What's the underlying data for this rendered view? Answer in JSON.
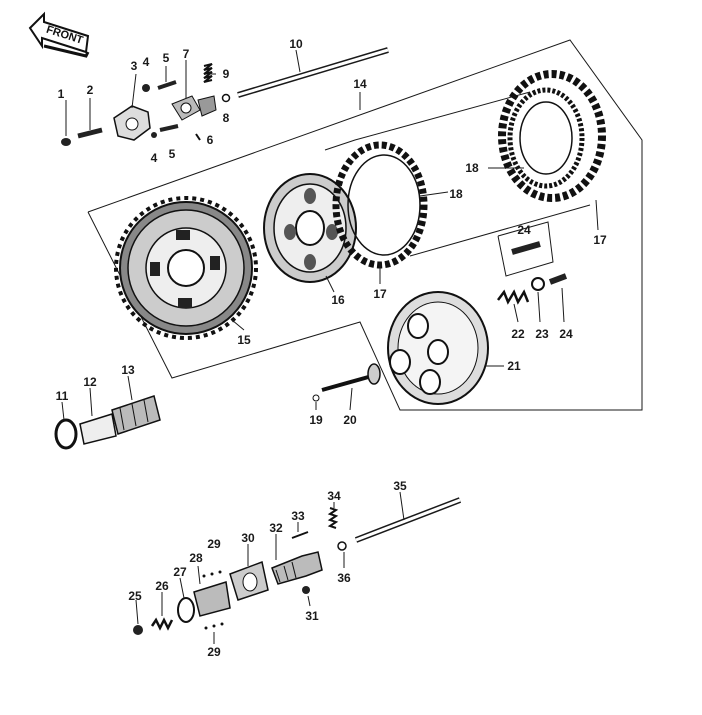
{
  "direction_badge": {
    "text": "FRONT"
  },
  "callouts": [
    {
      "id": "p1",
      "text": "1"
    },
    {
      "id": "p2",
      "text": "2"
    },
    {
      "id": "p3",
      "text": "3"
    },
    {
      "id": "p4a",
      "text": "4"
    },
    {
      "id": "p4b",
      "text": "4"
    },
    {
      "id": "p5a",
      "text": "5"
    },
    {
      "id": "p5b",
      "text": "5"
    },
    {
      "id": "p6",
      "text": "6"
    },
    {
      "id": "p7",
      "text": "7"
    },
    {
      "id": "p8",
      "text": "8"
    },
    {
      "id": "p9",
      "text": "9"
    },
    {
      "id": "p10",
      "text": "10"
    },
    {
      "id": "p11",
      "text": "11"
    },
    {
      "id": "p12",
      "text": "12"
    },
    {
      "id": "p13",
      "text": "13"
    },
    {
      "id": "p14",
      "text": "14"
    },
    {
      "id": "p15",
      "text": "15"
    },
    {
      "id": "p16",
      "text": "16"
    },
    {
      "id": "p17a",
      "text": "17"
    },
    {
      "id": "p17b",
      "text": "17"
    },
    {
      "id": "p18a",
      "text": "18"
    },
    {
      "id": "p18b",
      "text": "18"
    },
    {
      "id": "p19",
      "text": "19"
    },
    {
      "id": "p20",
      "text": "20"
    },
    {
      "id": "p21",
      "text": "21"
    },
    {
      "id": "p22",
      "text": "22"
    },
    {
      "id": "p23",
      "text": "23"
    },
    {
      "id": "p24a",
      "text": "24"
    },
    {
      "id": "p24b",
      "text": "24"
    },
    {
      "id": "p25",
      "text": "25"
    },
    {
      "id": "p26",
      "text": "26"
    },
    {
      "id": "p27",
      "text": "27"
    },
    {
      "id": "p28",
      "text": "28"
    },
    {
      "id": "p29a",
      "text": "29"
    },
    {
      "id": "p29b",
      "text": "29"
    },
    {
      "id": "p30",
      "text": "30"
    },
    {
      "id": "p31",
      "text": "31"
    },
    {
      "id": "p32",
      "text": "32"
    },
    {
      "id": "p33",
      "text": "33"
    },
    {
      "id": "p34",
      "text": "34"
    },
    {
      "id": "p35",
      "text": "35"
    },
    {
      "id": "p36",
      "text": "36"
    }
  ]
}
